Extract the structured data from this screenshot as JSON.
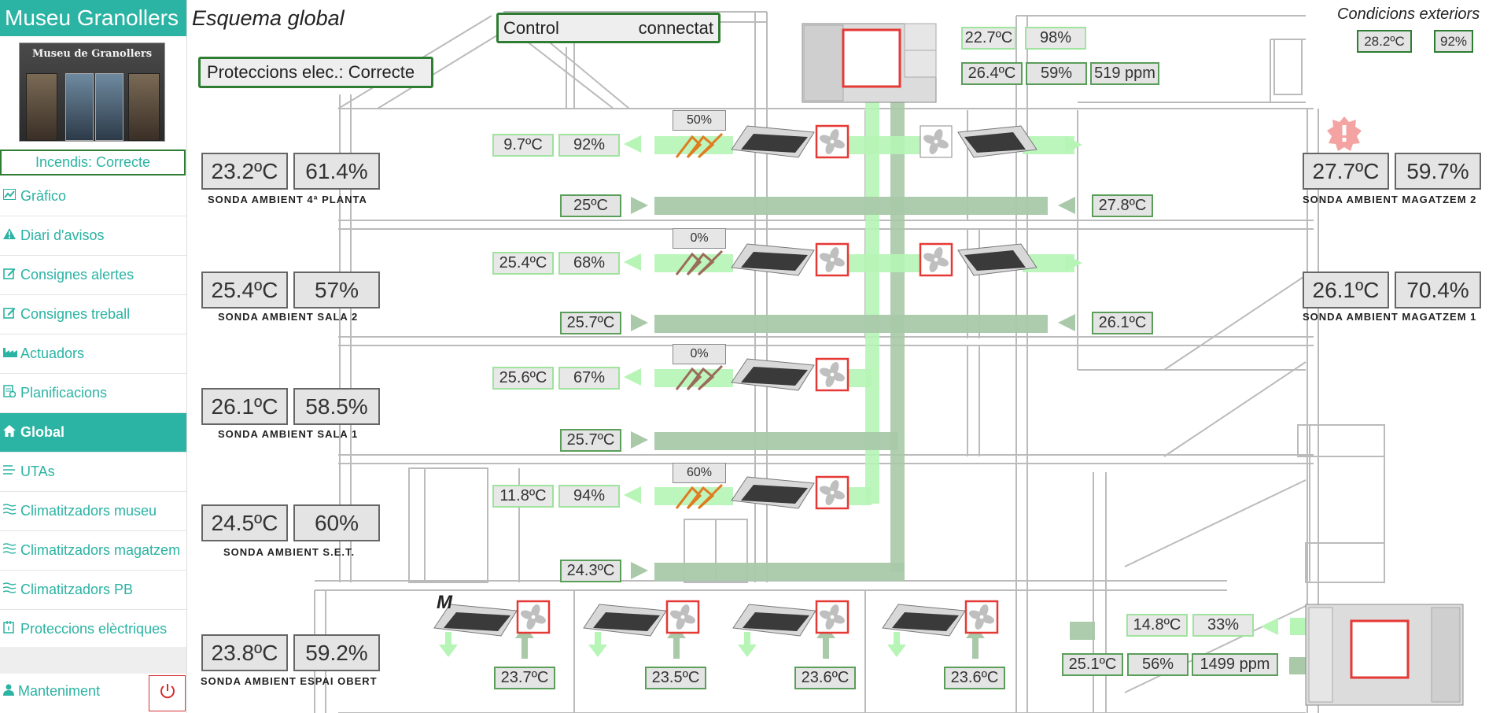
{
  "app": {
    "title": "Museu Granollers",
    "photo_sign": "Museu de Granollers"
  },
  "sidebar": {
    "fire_status": "Incendis: Correcte",
    "items": [
      {
        "label": "Gràfico",
        "icon": "chart-icon"
      },
      {
        "label": "Diari d'avisos",
        "icon": "warning-icon"
      },
      {
        "label": "Consignes alertes",
        "icon": "edit-icon"
      },
      {
        "label": "Consignes treball",
        "icon": "edit-icon"
      },
      {
        "label": "Actuadors",
        "icon": "factory-icon"
      },
      {
        "label": "Planificacions",
        "icon": "schedule-icon"
      },
      {
        "label": "Global",
        "icon": "home-icon",
        "active": true
      },
      {
        "label": "UTAs",
        "icon": "air-icon"
      },
      {
        "label": "Climatitzadors museu",
        "icon": "hvac-icon"
      },
      {
        "label": "Climatitzadors magatzem",
        "icon": "hvac-icon"
      },
      {
        "label": "Climatitzadors PB",
        "icon": "hvac-icon"
      },
      {
        "label": "Proteccions elèctriques",
        "icon": "plug-icon"
      }
    ],
    "maintenance": "Manteniment"
  },
  "header": {
    "title": "Esquema global",
    "control_label": "Control",
    "control_status": "connectat",
    "elec_status": "Proteccions elec.: Correcte"
  },
  "exterior": {
    "title": "Condicions exteriors",
    "temp": "28.2ºC",
    "humidity": "92%"
  },
  "uta_top": {
    "supply_temp": "22.7ºC",
    "supply_hum": "98%",
    "return_temp": "26.4ºC",
    "return_hum": "59%",
    "co2": "519 ppm"
  },
  "uta_bottom": {
    "supply_temp": "14.8ºC",
    "supply_hum": "33%",
    "return_temp": "25.1ºC",
    "return_hum": "56%",
    "co2": "1499 ppm"
  },
  "floors": [
    {
      "supply_temp": "9.7ºC",
      "supply_hum": "92%",
      "valve": "50%",
      "return_temp": "25ºC",
      "right_return": "27.8ºC"
    },
    {
      "supply_temp": "25.4ºC",
      "supply_hum": "68%",
      "valve": "0%",
      "return_temp": "25.7ºC",
      "right_return": "26.1ºC"
    },
    {
      "supply_temp": "25.6ºC",
      "supply_hum": "67%",
      "valve": "0%",
      "return_temp": "25.7ºC"
    },
    {
      "supply_temp": "11.8ºC",
      "supply_hum": "94%",
      "valve": "60%",
      "return_temp": "24.3ºC"
    }
  ],
  "ground_units": [
    {
      "temp": "23.7ºC"
    },
    {
      "temp": "23.5ºC"
    },
    {
      "temp": "23.6ºC"
    },
    {
      "temp": "23.6ºC"
    }
  ],
  "m_label": "M",
  "probes_left": [
    {
      "temp": "23.2ºC",
      "hum": "61.4%",
      "label": "SONDA AMBIENT 4ª PLANTA"
    },
    {
      "temp": "25.4ºC",
      "hum": "57%",
      "label": "SONDA AMBIENT SALA 2"
    },
    {
      "temp": "26.1ºC",
      "hum": "58.5%",
      "label": "SONDA AMBIENT SALA 1"
    },
    {
      "temp": "24.5ºC",
      "hum": "60%",
      "label": "SONDA AMBIENT S.E.T."
    },
    {
      "temp": "23.8ºC",
      "hum": "59.2%",
      "label": "SONDA AMBIENT ESPAI OBERT"
    }
  ],
  "probes_right": [
    {
      "temp": "27.7ºC",
      "hum": "59.7%",
      "label": "SONDA AMBIENT MAGATZEM 2"
    },
    {
      "temp": "26.1ºC",
      "hum": "70.4%",
      "label": "SONDA AMBIENT MAGATZEM 1"
    }
  ],
  "colors": {
    "accent": "#2bb3a3",
    "ok_border": "#2e7d32",
    "fan_alarm": "#e53935",
    "supply_duct": "#b6f5b6",
    "return_duct": "#a9c9a9"
  }
}
